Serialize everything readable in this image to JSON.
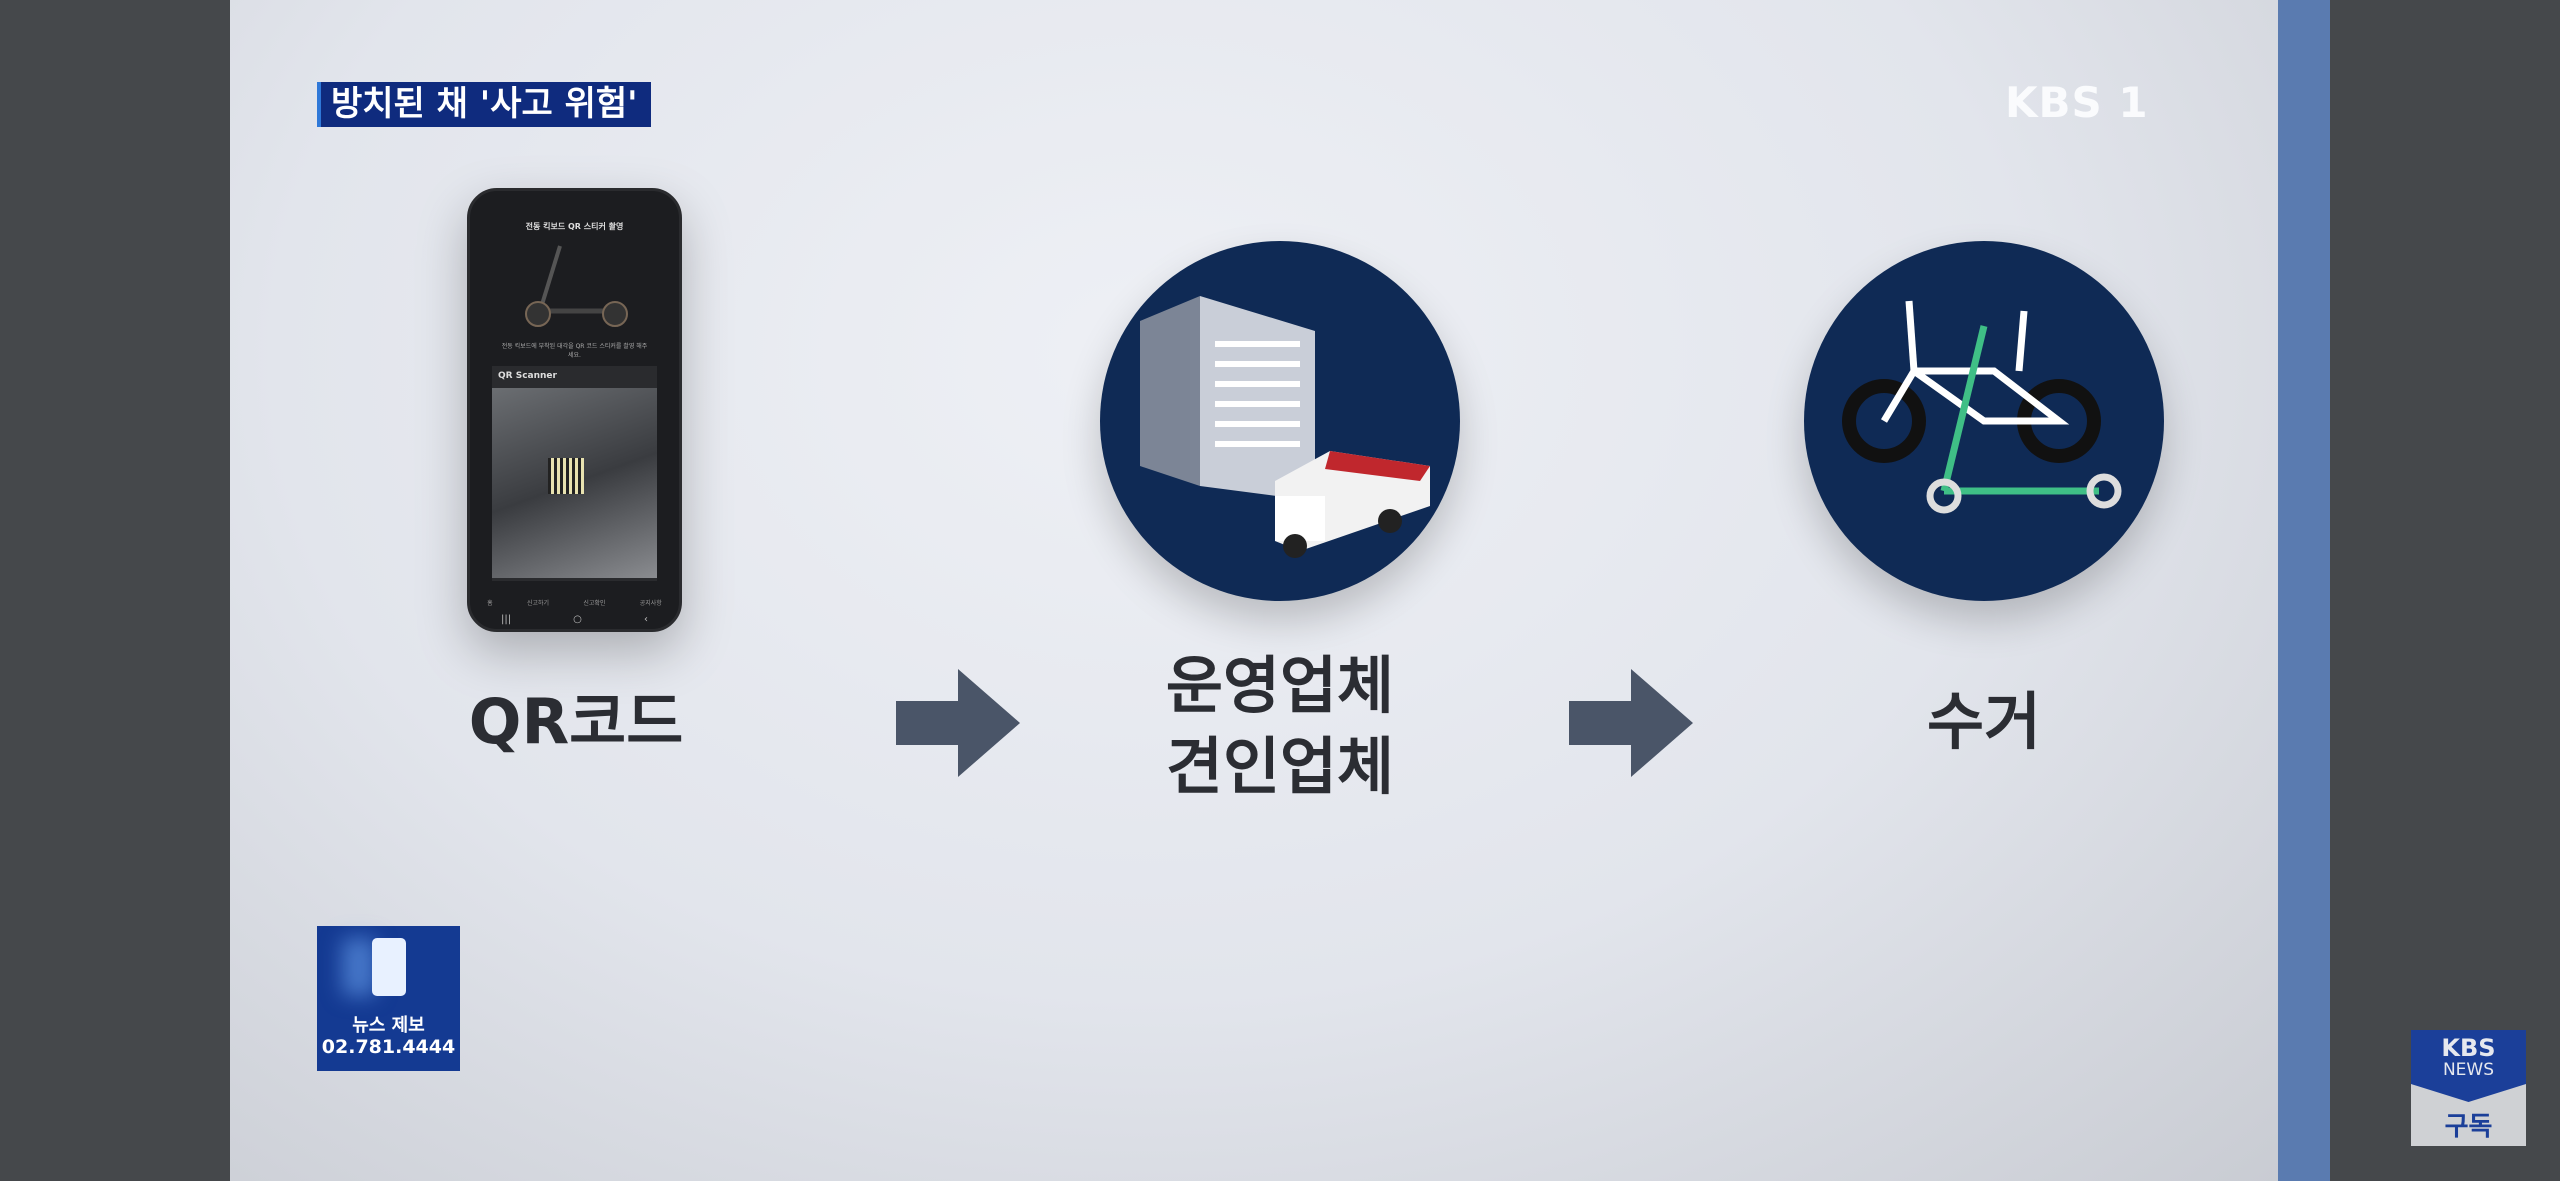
{
  "caption": "방치된 채 '사고 위험'",
  "channel_logo": "KBS 1",
  "phone": {
    "title": "전동 킥보드 QR 스티커 촬영",
    "instruction": "전동 킥보드에 부착된 대각을 QR 코드 스티커를 촬영 해주세요.",
    "scanner_title": "QR Scanner",
    "nav": [
      "홈",
      "신고하기",
      "신고확인",
      "공지사항"
    ]
  },
  "steps": [
    {
      "label": "QR코드"
    },
    {
      "label_line1": "운영업체",
      "label_line2": "견인업체"
    },
    {
      "label": "수거"
    }
  ],
  "news_tip": {
    "label": "뉴스 제보",
    "phone": "02.781.4444"
  },
  "subscribe": {
    "brand": "KBS",
    "sub": "NEWS",
    "label": "구독"
  },
  "colors": {
    "circle": "#0f2a55",
    "caption_bg": "#0f2b7e",
    "arrow": "#4a5568"
  }
}
